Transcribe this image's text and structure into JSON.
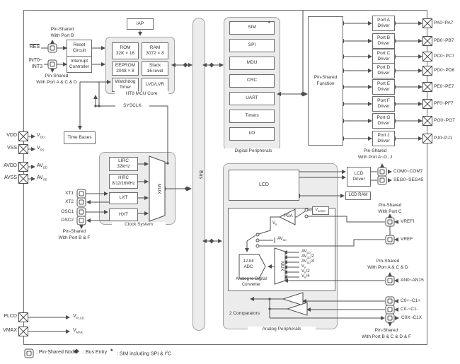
{
  "left": {
    "pin_shared_b": [
      "Pin-Shared",
      "With Port B"
    ],
    "res": "RES",
    "reset_circuit": [
      "Reset",
      "Circuit"
    ],
    "int": [
      "INT0~",
      "INT3"
    ],
    "interrupt_controller": [
      "Interrupt",
      "Controller"
    ],
    "pin_shared_acd": [
      "Pin-Shared",
      "With Port A & C & D"
    ],
    "vdd": "VDD",
    "vss": "VSS",
    "avdd": "AVDD",
    "avss": "AVSS",
    "plcd": "PLCD",
    "vmax": "VMAX",
    "v_dd": {
      "pre": "V",
      "sub": "DD"
    },
    "v_ss": {
      "pre": "V",
      "sub": "SS"
    },
    "av_dd": {
      "pre": "AV",
      "sub": "DD"
    },
    "av_ss": {
      "pre": "AV",
      "sub": "SS"
    },
    "v_plcd": {
      "pre": "V",
      "sub": "PLCD"
    },
    "v_max": {
      "pre": "V",
      "sub": "MAX"
    },
    "xt1": "XT1",
    "xt2": "XT2",
    "osc1": "OSC1",
    "osc2": "OSC2",
    "pin_shared_bf": [
      "Pin-Shared",
      "With Port B & F"
    ],
    "time_bases": "Time Bases",
    "sysclk": "SYSCLK"
  },
  "core": {
    "iap": "IAP",
    "label": "HT8 MCU Core",
    "rom": [
      "ROM",
      "32K × 16"
    ],
    "ram": [
      "RAM",
      "3072 × 8"
    ],
    "eeprom": [
      "EEPROM",
      "2048 × 8"
    ],
    "stack": [
      "Stack",
      "16-level"
    ],
    "wdt": [
      "Watchdog",
      "Timer"
    ],
    "lvd": "LVD/LVR"
  },
  "clock": {
    "label": "Clock System",
    "lirc": [
      "LIRC",
      "32kHz"
    ],
    "hirc": [
      "HIRC",
      "8/12/16MHz"
    ],
    "lxt": "LXT",
    "hxt": "HXT",
    "mux": "MUX"
  },
  "bus": {
    "label": "Bus"
  },
  "digital": {
    "label": "Digital Peripherals",
    "star": "*",
    "items": [
      "SIM",
      "SPI",
      "MDU",
      "CRC",
      "UART",
      "Timers",
      "I/O"
    ]
  },
  "ports": {
    "psf": [
      "Pin-Shared",
      "Function"
    ],
    "drivers": [
      [
        "Port A",
        "Driver"
      ],
      [
        "Port B",
        "Driver"
      ],
      [
        "Port C",
        "Driver"
      ],
      [
        "Port D",
        "Driver"
      ],
      [
        "Port E",
        "Driver"
      ],
      [
        "Port F",
        "Driver"
      ],
      [
        "Port G",
        "Driver"
      ],
      [
        "Port J",
        "Driver"
      ]
    ],
    "pins": [
      "PA0~PA7",
      "PB0~PB7",
      "PC0~PC7",
      "PD0~PD6",
      "PE0~PE7",
      "PF0~PF7",
      "PG0~PG7",
      "PJ0~PJ1"
    ],
    "pin_shared_agj": [
      "Pin-Shared",
      "With Port A~G, J"
    ]
  },
  "lcd": {
    "lcd": "LCD",
    "driver": [
      "LCD",
      "Driver"
    ],
    "ram": "LCD RAM",
    "com": "COM0~COM7",
    "seg": "SEG0~SEG45"
  },
  "analog": {
    "label": "Analog Peripherals",
    "adc_box": [
      "Analog to Digital",
      "Converter"
    ],
    "pga": "PGA",
    "vbgref": {
      "pre": "V",
      "sub": "BGREF"
    },
    "vr": {
      "pre": "V",
      "sub": "R"
    },
    "avdd": {
      "pre": "AV",
      "sub": "DD"
    },
    "adc": [
      "12-bit",
      "ADC"
    ],
    "mux": "MUX",
    "mux_inputs": [
      {
        "pre": "AV",
        "sub": "DD",
        "post": ""
      },
      {
        "pre": "AV",
        "sub": "DD",
        "post": "/2"
      },
      {
        "pre": "AV",
        "sub": "DD",
        "post": "/4"
      },
      {
        "pre": "V",
        "sub": "R",
        "post": ""
      },
      {
        "pre": "V",
        "sub": "R",
        "post": "/2"
      },
      {
        "pre": "V",
        "sub": "R",
        "post": "/4"
      }
    ],
    "comparators": "2 Comparators",
    "pin_shared_c": [
      "Pin-Shared",
      "With Port C"
    ],
    "pin_shared_acd": [
      "Pin-Shared",
      "With Port A & C & D"
    ],
    "pin_shared_bcdf": [
      "Pin-Shared",
      "With Port B & C & D & F"
    ],
    "vrefi": "VREFI",
    "vref": "VREF",
    "an": "AN0~AN15",
    "c_plus": "C0+~C1+",
    "c_minus": "C0-~C1-",
    "c_out": "C0X~C1X"
  },
  "legend": {
    "node": ": Pin-Shared Node",
    "bus": ": Bus Entry",
    "star": "*",
    "sim_pre": ": SIM including SPI & I",
    "sim_sup": "2",
    "sim_post": "C"
  }
}
